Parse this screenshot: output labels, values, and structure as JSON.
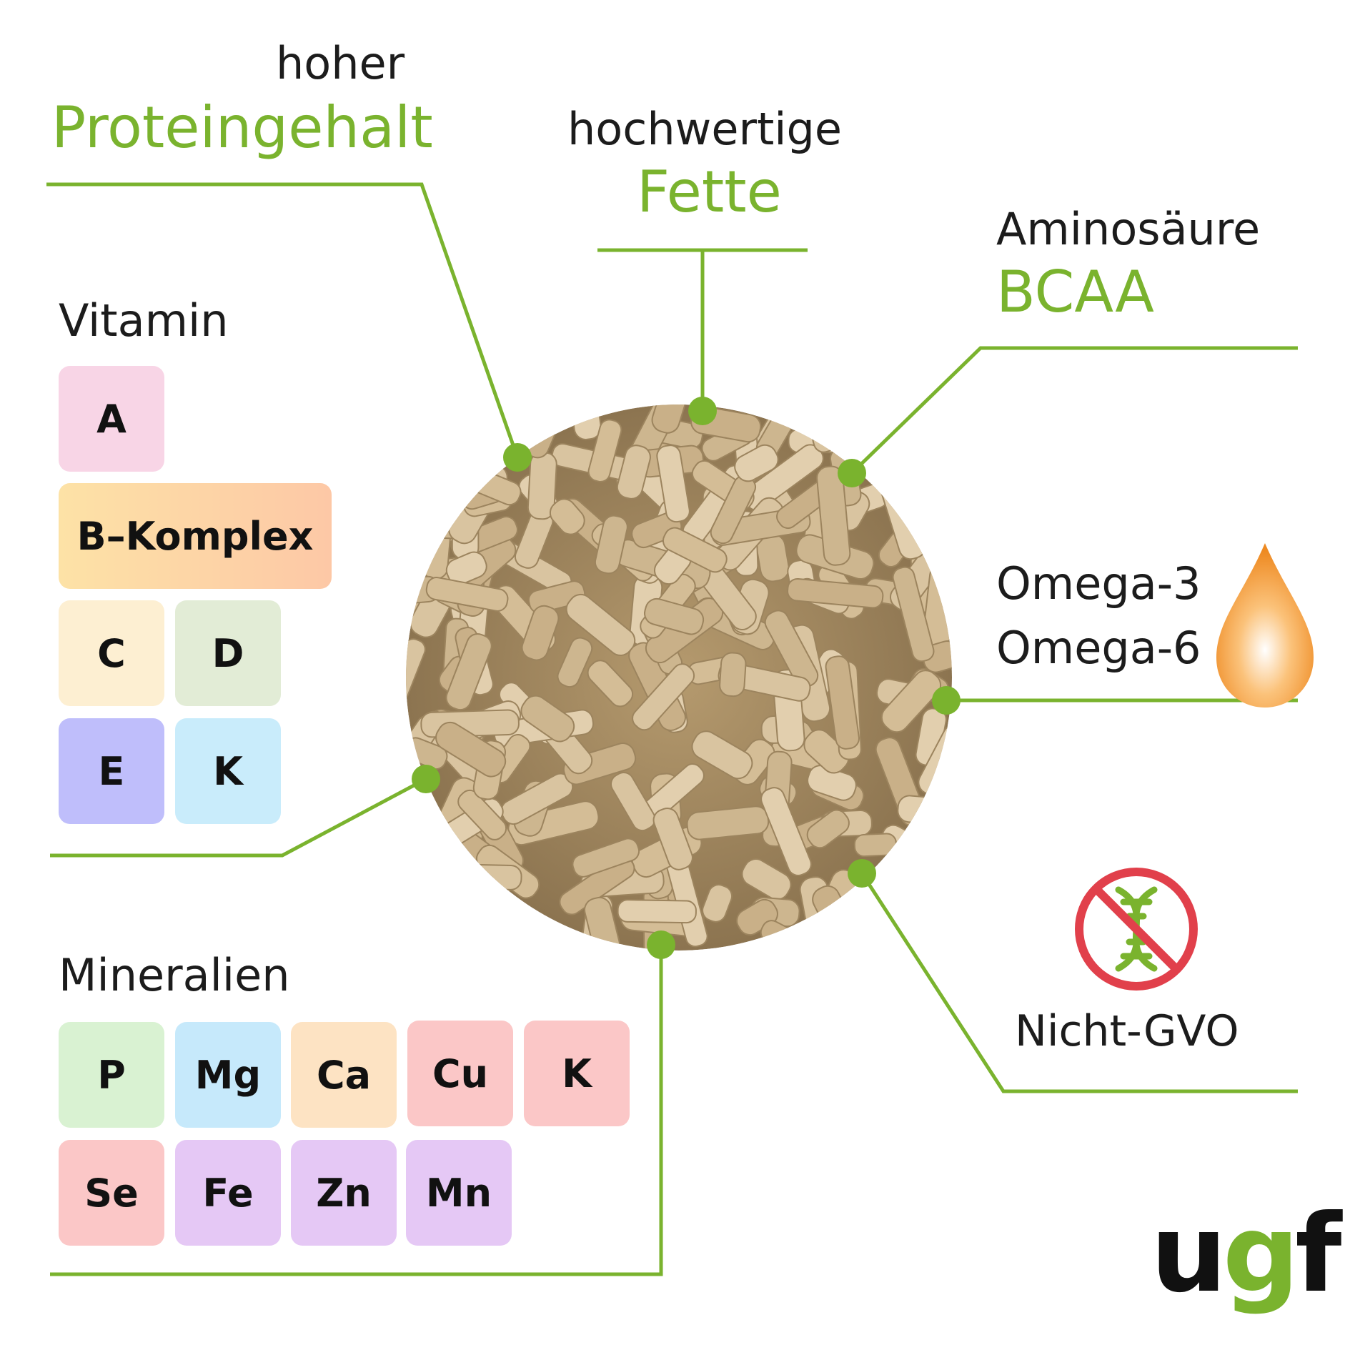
{
  "colors": {
    "accent_green": "#7ab32e",
    "text_dark": "#1c1c1c",
    "pellet": "#d6c09a",
    "no_gmo_red": "#e1404b",
    "dna_green": "#7ab32e",
    "drop_orange": "#f0922e"
  },
  "callouts": {
    "protein": {
      "line1": "hoher",
      "line2": "Proteingehalt"
    },
    "fats": {
      "line1": "hochwertige",
      "line2": "Fette"
    },
    "amino": {
      "line1": "Aminosäure",
      "line2": "BCAA"
    },
    "omega": {
      "line1": "Omega-3",
      "line2": "Omega-6",
      "icon": "oil-drop-icon"
    },
    "non_gmo": {
      "label": "Nicht-GVO",
      "icon": "no-gmo-dna-icon"
    }
  },
  "vitamins": {
    "heading": "Vitamin",
    "tiles": [
      {
        "label": "A",
        "color": "#f8d5e6"
      },
      {
        "label": "B–Komplex",
        "color": "#fbd2a0"
      },
      {
        "label": "C",
        "color": "#fdefd2"
      },
      {
        "label": "D",
        "color": "#e2ecd6"
      },
      {
        "label": "E",
        "color": "#bfbefb"
      },
      {
        "label": "K",
        "color": "#c9ecfb"
      }
    ]
  },
  "minerals": {
    "heading": "Mineralien",
    "tiles": [
      {
        "label": "P",
        "color": "#d9f2d2"
      },
      {
        "label": "Mg",
        "color": "#c6e9fb"
      },
      {
        "label": "Ca",
        "color": "#fde3c3"
      },
      {
        "label": "Cu",
        "color": "#fbc7c7"
      },
      {
        "label": "K",
        "color": "#fbc7c7"
      },
      {
        "label": "Se",
        "color": "#fbc7c7"
      },
      {
        "label": "Fe",
        "color": "#e5c8f5"
      },
      {
        "label": "Zn",
        "color": "#e5c8f5"
      },
      {
        "label": "Mn",
        "color": "#e5c8f5"
      }
    ]
  },
  "logo": {
    "text_u": "u",
    "text_g": "g",
    "text_f": "f"
  }
}
